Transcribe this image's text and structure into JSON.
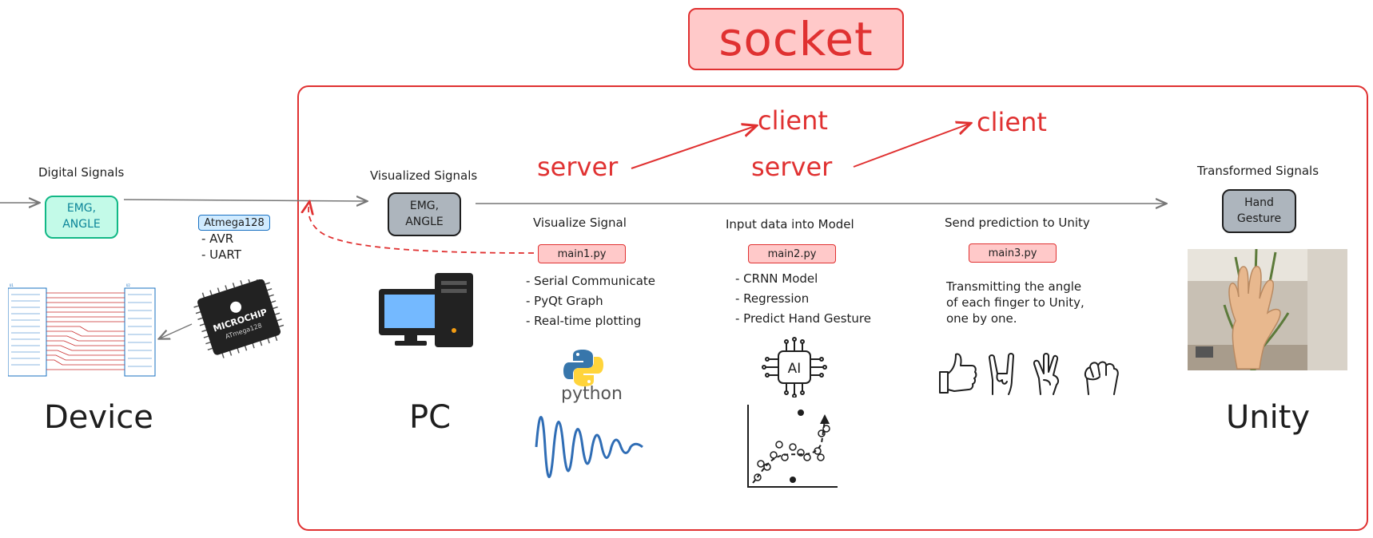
{
  "socket": "socket",
  "roles": {
    "server1": "server",
    "client1": "client",
    "server2": "server",
    "client2": "client"
  },
  "device": {
    "heading": "Digital Signals",
    "node": "EMG,\nANGLE",
    "chip_label": "Atmega128",
    "chip_bullets": [
      "- AVR",
      "- UART"
    ],
    "chip_brand": "MICROCHIP",
    "chip_model": "ATmega128",
    "title": "Device"
  },
  "pc": {
    "heading": "Visualized Signals",
    "node": "EMG,\nANGLE",
    "title": "PC"
  },
  "main1": {
    "heading": "Visualize Signal",
    "file": "main1.py",
    "bullets": [
      "- Serial Communicate",
      "- PyQt Graph",
      "- Real-time plotting"
    ],
    "logo_text": "python"
  },
  "main2": {
    "heading": "Input data into Model",
    "file": "main2.py",
    "bullets": [
      "- CRNN Model",
      "- Regression",
      "- Predict Hand Gesture"
    ],
    "ai_text": "AI"
  },
  "main3": {
    "heading": "Send prediction to Unity",
    "file": "main3.py",
    "lines": [
      "Transmitting the angle",
      "of each finger to Unity,",
      "one by one."
    ]
  },
  "unity": {
    "heading": "Transformed Signals",
    "node": "Hand\nGesture",
    "title": "Unity"
  },
  "colors": {
    "red": "#e03131",
    "red_fill": "#ffc9c9",
    "teal": "#0c8599",
    "teal_fill": "#c3fae8",
    "gray_fill": "#adb5bd",
    "monitor_blue": "#74b9ff",
    "python_blue": "#3776ab",
    "python_yellow": "#ffd43b",
    "wave_blue": "#2f6db5"
  }
}
